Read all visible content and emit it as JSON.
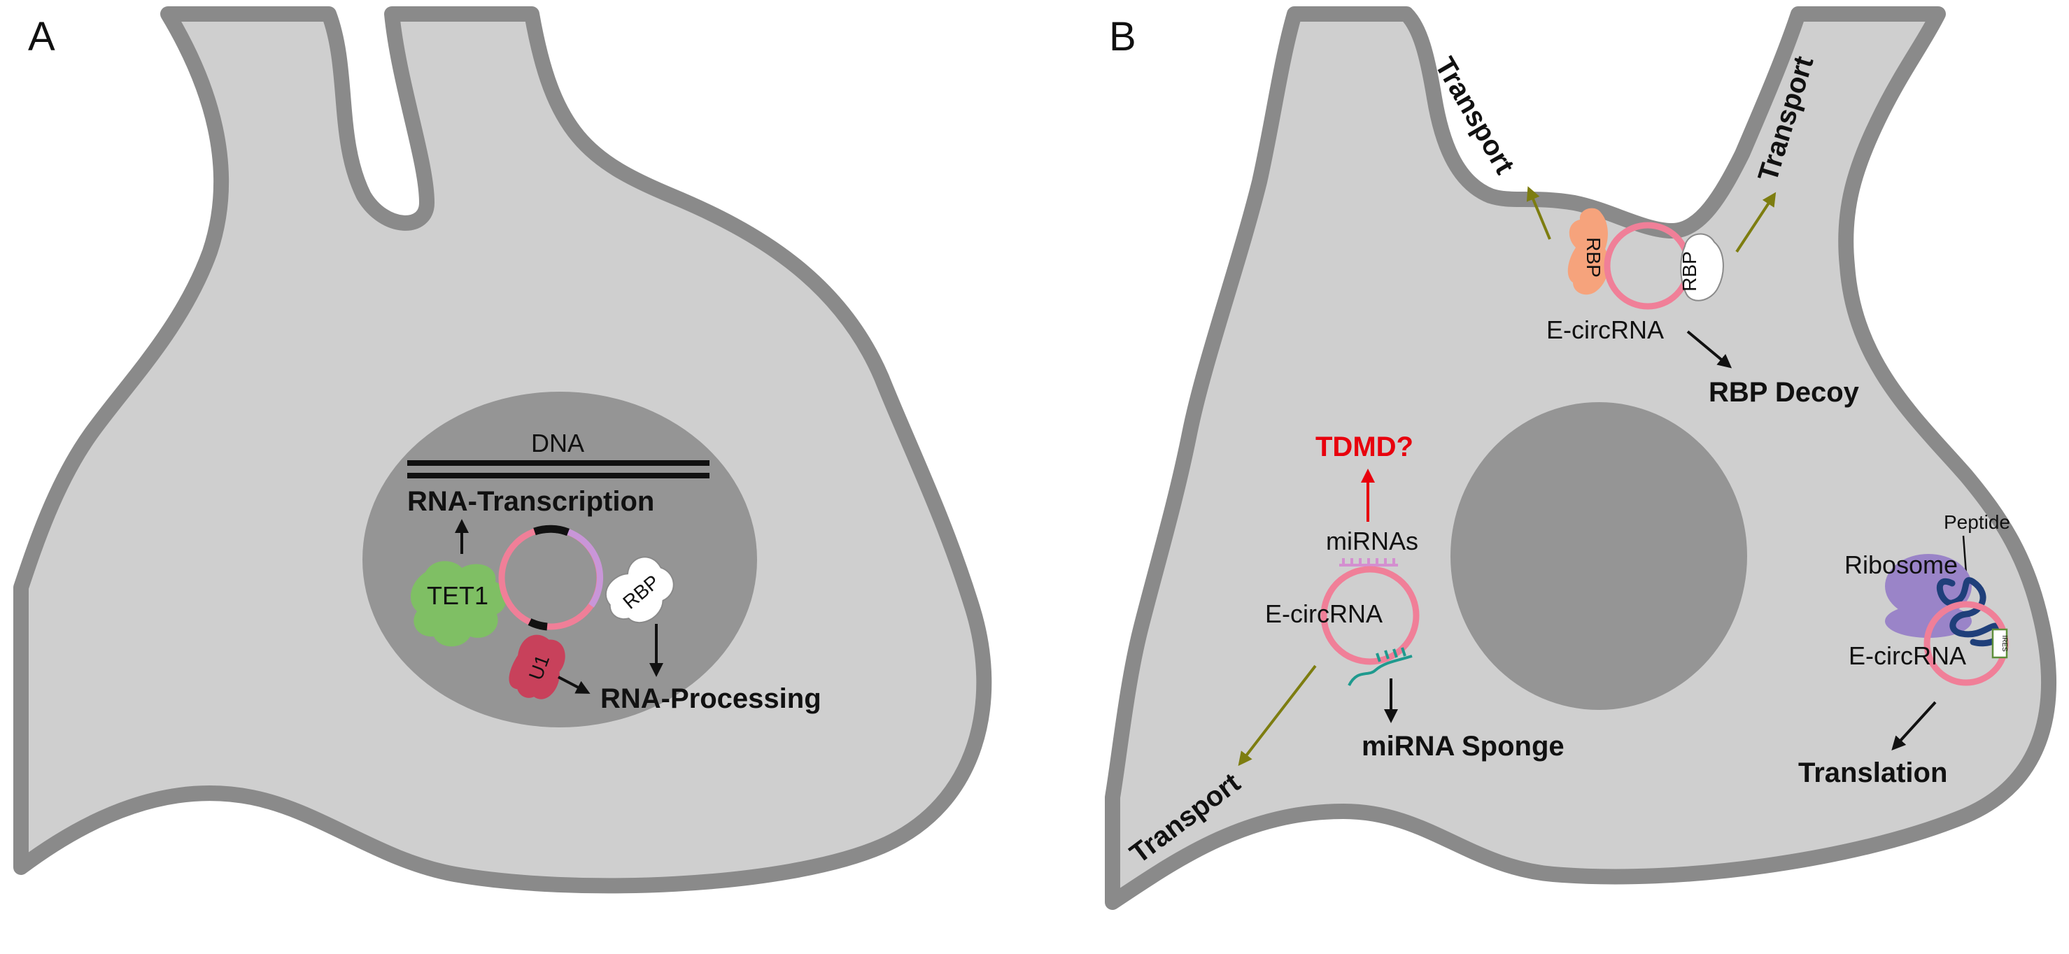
{
  "colors": {
    "cell_fill": "#cfcfcf",
    "cell_outline": "#8a8a8a",
    "nucleus": "#959595",
    "circrna_pink": "#f07f98",
    "circrna_lilac": "#c996d8",
    "tet1_green": "#7fbf64",
    "u1_red": "#c8415b",
    "rbp_orange": "#f6a37c",
    "ribosome_purple": "#9a84c8",
    "peptide_navy": "#1f3f7a",
    "mirna_teal": "#1f9a8e",
    "mirna_pink": "#d48fd0",
    "transport_arrow": "#7d7d10",
    "tdmd_red": "#e8000d",
    "ires_green": "#5f8f3a"
  },
  "panel_a": {
    "letter": "A",
    "dna_label": "DNA",
    "transcription_label": "RNA-Transcription",
    "tet1_label": "TET1",
    "rbp_label": "RBP",
    "u1_label": "U1",
    "processing_label": "RNA-Processing"
  },
  "panel_b": {
    "letter": "B",
    "transport_label": "Transport",
    "rbp_label": "RBP",
    "ecircrna_label": "E-circRNA",
    "rbp_decoy_label": "RBP Decoy",
    "tdmd_label": "TDMD?",
    "mirnas_label": "miRNAs",
    "mirna_sponge_label": "miRNA Sponge",
    "peptide_label": "Peptide",
    "ribosome_label": "Ribosome",
    "ires_label": "IRES",
    "translation_label": "Translation"
  }
}
